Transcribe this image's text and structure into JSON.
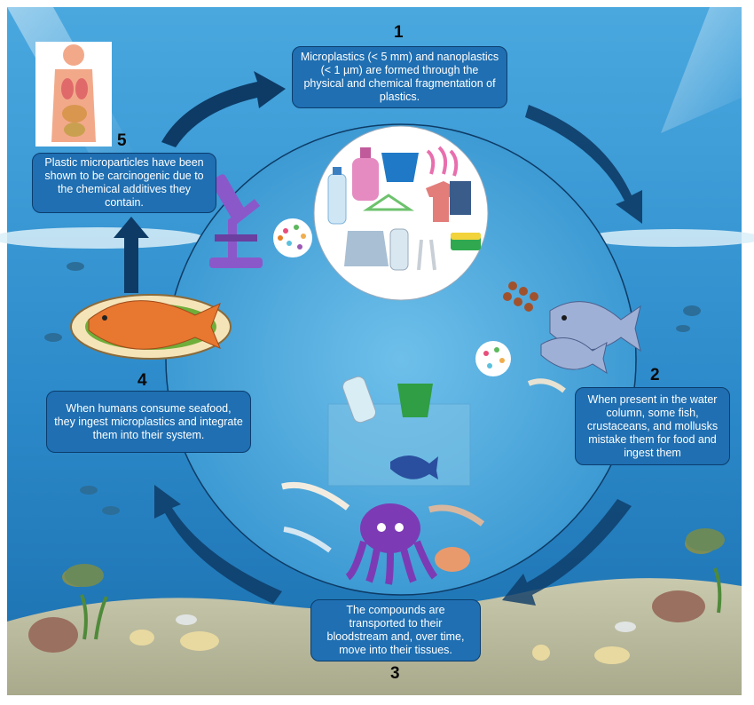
{
  "steps": [
    {
      "number": "1",
      "text": "Microplastics (< 5 mm) and nanoplastics (< 1 µm) are formed through the physical and chemical fragmentation of plastics."
    },
    {
      "number": "2",
      "text": "When present in the water column, some fish, crustaceans, and mollusks mistake them for food and ingest them"
    },
    {
      "number": "3",
      "text": "The compounds are transported to their bloodstream and, over time, move into their tissues."
    },
    {
      "number": "4",
      "text": "When humans consume seafood, they ingest microplastics and integrate them into their system."
    },
    {
      "number": "5",
      "text": "Plastic microparticles have been shown to be carcinogenic due to the chemical additives they contain."
    }
  ],
  "icons": {
    "human_body": "human-body-organs-icon",
    "microscope": "microscope-icon",
    "plastics": "plastic-waste-collection-icon",
    "fish": "fish-icon",
    "octopus": "octopus-icon",
    "shrimp": "shrimp-icon",
    "seafood": "cooked-fish-plate-icon",
    "turtle": "sea-turtle-icon"
  },
  "colors": {
    "ocean_top": "#4aa8df",
    "ocean_bottom": "#1b6fae",
    "sand": "#b8b89a",
    "box_fill": "#1f6fb2",
    "arrow": "#0d3b66"
  }
}
